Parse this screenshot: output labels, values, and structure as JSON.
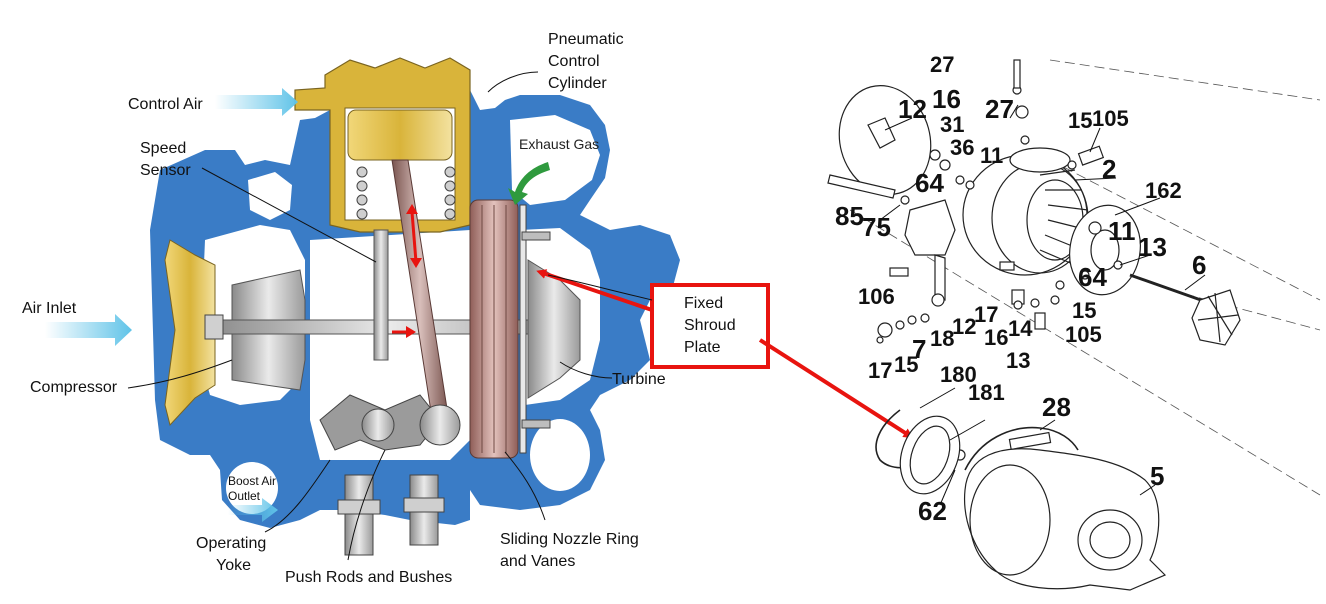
{
  "cutaway": {
    "labels": {
      "pneumatic_control_cylinder": [
        "Pneumatic",
        "Control",
        "Cylinder"
      ],
      "control_air": "Control Air",
      "speed_sensor": [
        "Speed",
        "Sensor"
      ],
      "exhaust_gas": "Exhaust Gas",
      "air_inlet": "Air Inlet",
      "compressor": "Compressor",
      "turbine": "Turbine",
      "boost_air_outlet": [
        "Boost Air",
        "Outlet"
      ],
      "operating_yoke": [
        "Operating",
        "Yoke"
      ],
      "push_rods_and_bushes": "Push Rods and Bushes",
      "sliding_nozzle_ring_and_vanes": [
        "Sliding Nozzle Ring",
        "and Vanes"
      ]
    }
  },
  "callout": {
    "text": [
      "Fixed",
      "Shroud",
      "Plate"
    ],
    "color": "#e8140f"
  },
  "exploded_view": {
    "part_numbers": [
      "27",
      "12",
      "16",
      "31",
      "27",
      "15",
      "105",
      "36",
      "11",
      "64",
      "2",
      "162",
      "85",
      "75",
      "11",
      "13",
      "64",
      "6",
      "106",
      "17",
      "15",
      "12",
      "18",
      "16",
      "14",
      "105",
      "7",
      "17",
      "15",
      "13",
      "180",
      "181",
      "28",
      "5",
      "62"
    ]
  },
  "colors": {
    "housing_blue": "#3a7cc6",
    "cylinder_gold": "#d9b43a",
    "turbine_copper": "#b98a84",
    "air_arrow_cyan": "#5fc3e8",
    "exhaust_arrow_green": "#2f9a3e",
    "highlight_red": "#e8140f"
  }
}
